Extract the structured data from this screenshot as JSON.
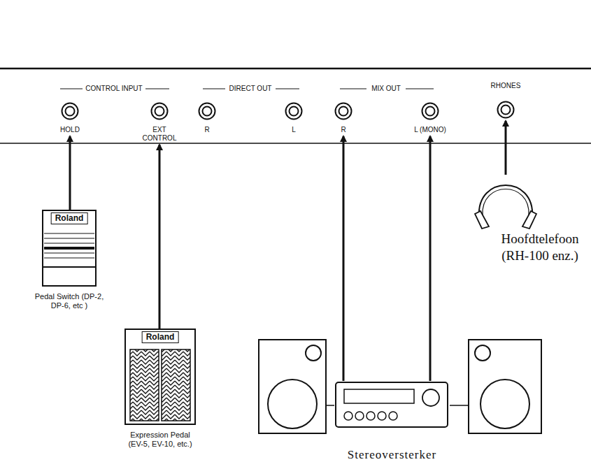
{
  "diagram": {
    "nodes": [
      {
        "text": [
          "HOLD"
        ]
      },
      {
        "text": [
          "EXT CONTROL"
        ]
      },
      {
        "text": [
          "R"
        ]
      },
      {
        "text": [
          "L"
        ]
      },
      {
        "text": [
          "R"
        ]
      },
      {
        "text": [
          "L (MONO)"
        ]
      },
      {
        "text": [
          "RHONES"
        ]
      },
      {
        "text": [
          "Roland",
          "Pedal Switch (DP-2, DP-6, etc )"
        ]
      },
      {
        "text": [
          "Hoofdtelefoon (RH-100 enz.)"
        ]
      },
      {
        "text": [
          "Roland",
          "Expression Pedal (EV-5, EV-10, etc.)"
        ]
      },
      {
        "text": [
          "Stereoversterker"
        ]
      }
    ],
    "edges": [
      {
        "from": 7,
        "to": 0,
        "arrow": "to"
      },
      {
        "from": 9,
        "to": 1,
        "arrow": "to"
      },
      {
        "from": 10,
        "to": 4,
        "arrow": "to"
      },
      {
        "from": 10,
        "to": 5,
        "arrow": "to"
      },
      {
        "from": 8,
        "to": 6,
        "arrow": "to"
      }
    ],
    "labels": [
      "CONTROL INPUT",
      "DIRECT OUT",
      "MIX OUT"
    ]
  }
}
